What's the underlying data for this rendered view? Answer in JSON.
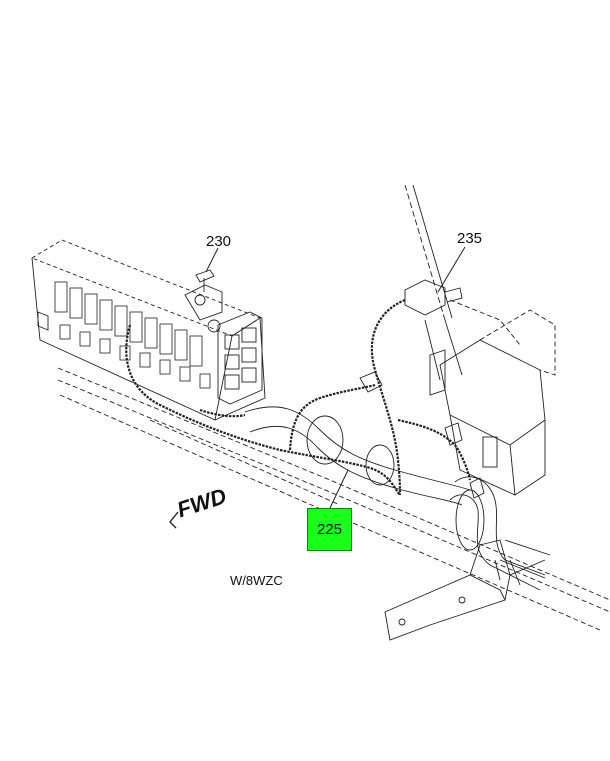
{
  "callouts": {
    "c230": "230",
    "c235": "235",
    "c225": "225"
  },
  "orientation_label": "FWD",
  "caption": "W/8WZC",
  "colors": {
    "highlight": "#19ff19",
    "line": "#222222"
  }
}
